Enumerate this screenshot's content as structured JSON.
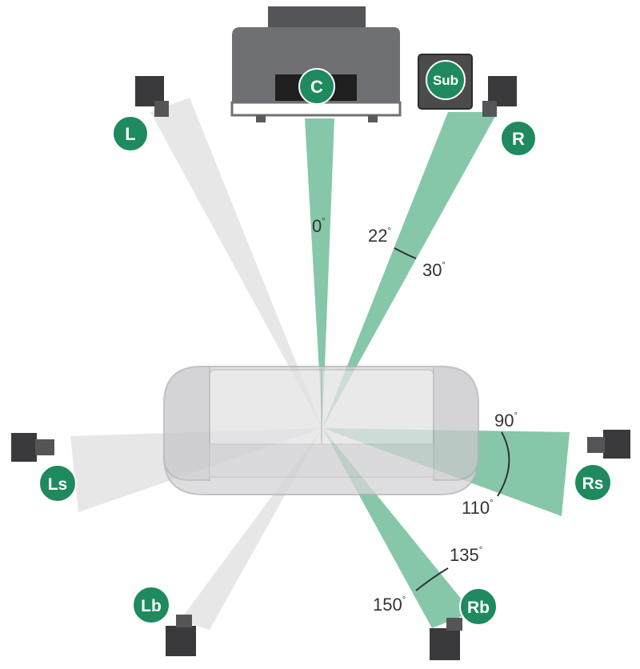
{
  "colors": {
    "badge": "#1e8a5e",
    "front_wedge": "#7fc4a4",
    "side_wedge": "#e4e4e4",
    "speaker_dark": "#333333",
    "couch": "#d6d6d8",
    "tv": "#6f7073"
  },
  "speakers": {
    "center": "C",
    "left": "L",
    "right": "R",
    "sub": "Sub",
    "left_surround": "Ls",
    "right_surround": "Rs",
    "left_back": "Lb",
    "right_back": "Rb"
  },
  "angles": {
    "a0": "0",
    "a22": "22",
    "a30": "30",
    "a90": "90",
    "a110": "110",
    "a135": "135",
    "a150": "150",
    "degree_symbol": "°"
  },
  "icons": [
    "tv-icon",
    "speaker-icon",
    "subwoofer-icon",
    "couch-icon"
  ]
}
